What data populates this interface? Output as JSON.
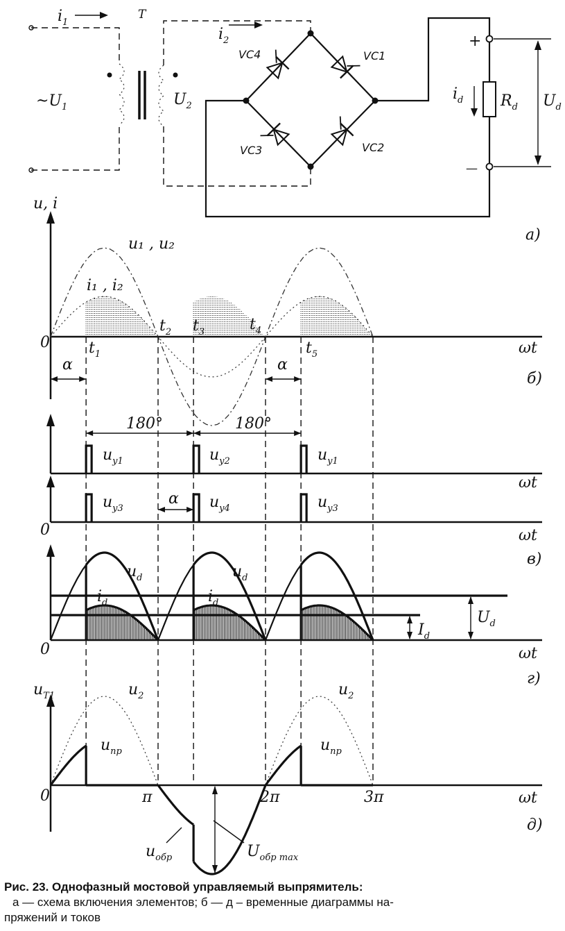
{
  "circuit": {
    "i1": "i",
    "i1_sub": "1",
    "transformer": "T",
    "u1_prefix": "~U",
    "u1_sub": "1",
    "u2": "U",
    "u2_sub": "2",
    "i2": "i",
    "i2_sub": "2",
    "vc1": "VC1",
    "vc2": "VC2",
    "vc3": "VC3",
    "vc4": "VC4",
    "plus": "+",
    "minus": "—",
    "id": "i",
    "id_sub": "d",
    "rd": "R",
    "rd_sub": "d",
    "ud": "U",
    "ud_sub": "d",
    "panel": "а)"
  },
  "chart_b": {
    "ylabel": "u, i",
    "u_label": "u₁ , u₂",
    "i_label": "i₁ , i₂",
    "origin": "0",
    "t1": "t",
    "t1_sub": "1",
    "t2": "t",
    "t2_sub": "2",
    "t3": "t",
    "t3_sub": "3",
    "t4": "t",
    "t4_sub": "4",
    "t5": "t",
    "t5_sub": "5",
    "alpha": "α",
    "xlabel": "ωt",
    "panel": "б)"
  },
  "chart_pulses": {
    "deg_left": "180°",
    "deg_right": "180°",
    "uy1": "u",
    "uy1_sub": "y1",
    "uy2": "u",
    "uy2_sub": "y2",
    "uy1b": "u",
    "uy1b_sub": "y1",
    "uy3": "u",
    "uy3_sub": "y3",
    "uy4": "u",
    "uy4_sub": "y4",
    "uy3b": "u",
    "uy3b_sub": "y3",
    "alpha": "α",
    "origin": "0",
    "xlabel1": "ωt",
    "xlabel2": "ωt",
    "panel": "в)"
  },
  "chart_g": {
    "ud1": "u",
    "ud1_sub": "d",
    "ud2": "u",
    "ud2_sub": "d",
    "id1": "i",
    "id1_sub": "d",
    "id2": "i",
    "id2_sub": "d",
    "Id": "I",
    "Id_sub": "d",
    "Ud": "U",
    "Ud_sub": "d",
    "origin": "0",
    "xlabel": "ωt",
    "panel": "г)"
  },
  "chart_d": {
    "ylabel": "u",
    "ylabel_sub": "T1",
    "u2a": "u",
    "u2a_sub": "2",
    "u2b": "u",
    "u2b_sub": "2",
    "upr1": "u",
    "upr1_sub": "пр",
    "upr2": "u",
    "upr2_sub": "пр",
    "uobr": "u",
    "uobr_sub": "обр",
    "Uobr": "U",
    "Uobr_sub": "обр max",
    "origin": "0",
    "pi": "π",
    "pi2": "2π",
    "pi3": "3π",
    "xlabel": "ωt",
    "panel": "д)"
  },
  "caption": {
    "line1": "Рис. 23. Однофазный мостовой управляемый выпрямитель:",
    "line2": "а — схема включения   элементов; б — д – временные диаграммы на-",
    "line3": "пряжений и токов"
  }
}
